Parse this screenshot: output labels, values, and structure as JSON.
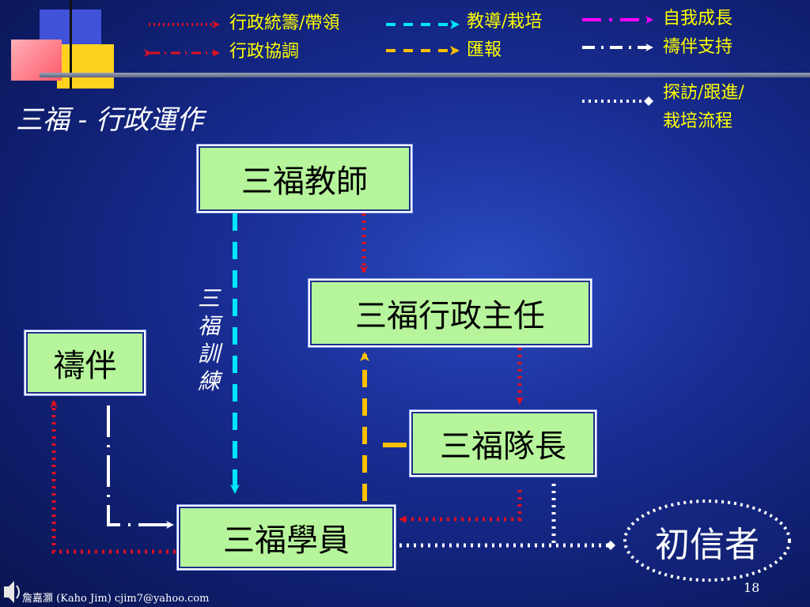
{
  "title": "三福 - 行政運作",
  "legend": {
    "admin_coordination_lead": "行政統籌/帶領",
    "admin_coordination": "行政協調",
    "guidance_cultivation": "教導/栽培",
    "report": "匯報",
    "self_growth": "自我成長",
    "prayer_support": "禱伴支持",
    "visit_follow_up": "探訪/跟進/",
    "visit_follow_up_2": "栽培流程"
  },
  "nodes": {
    "teacher": "三福教師",
    "director": "三福行政主任",
    "prayer_partner": "禱伴",
    "captain": "三福隊長",
    "trainee": "三福學員",
    "new_believer": "初信者"
  },
  "vertical_label": "三福訓練",
  "footer": "詹嘉灝 (Kaho Jim)  cjim7@yahoo.com",
  "page_number": "18",
  "colors": {
    "background": "#1a2f98",
    "box_fill": "#b6f59b",
    "legend_text": "#ffff00",
    "red_dotted": "#e01020",
    "cyan_dashed": "#00e5ff",
    "yellow_dashed": "#ffc000",
    "magenta": "#ff00ff",
    "white": "#ffffff"
  }
}
